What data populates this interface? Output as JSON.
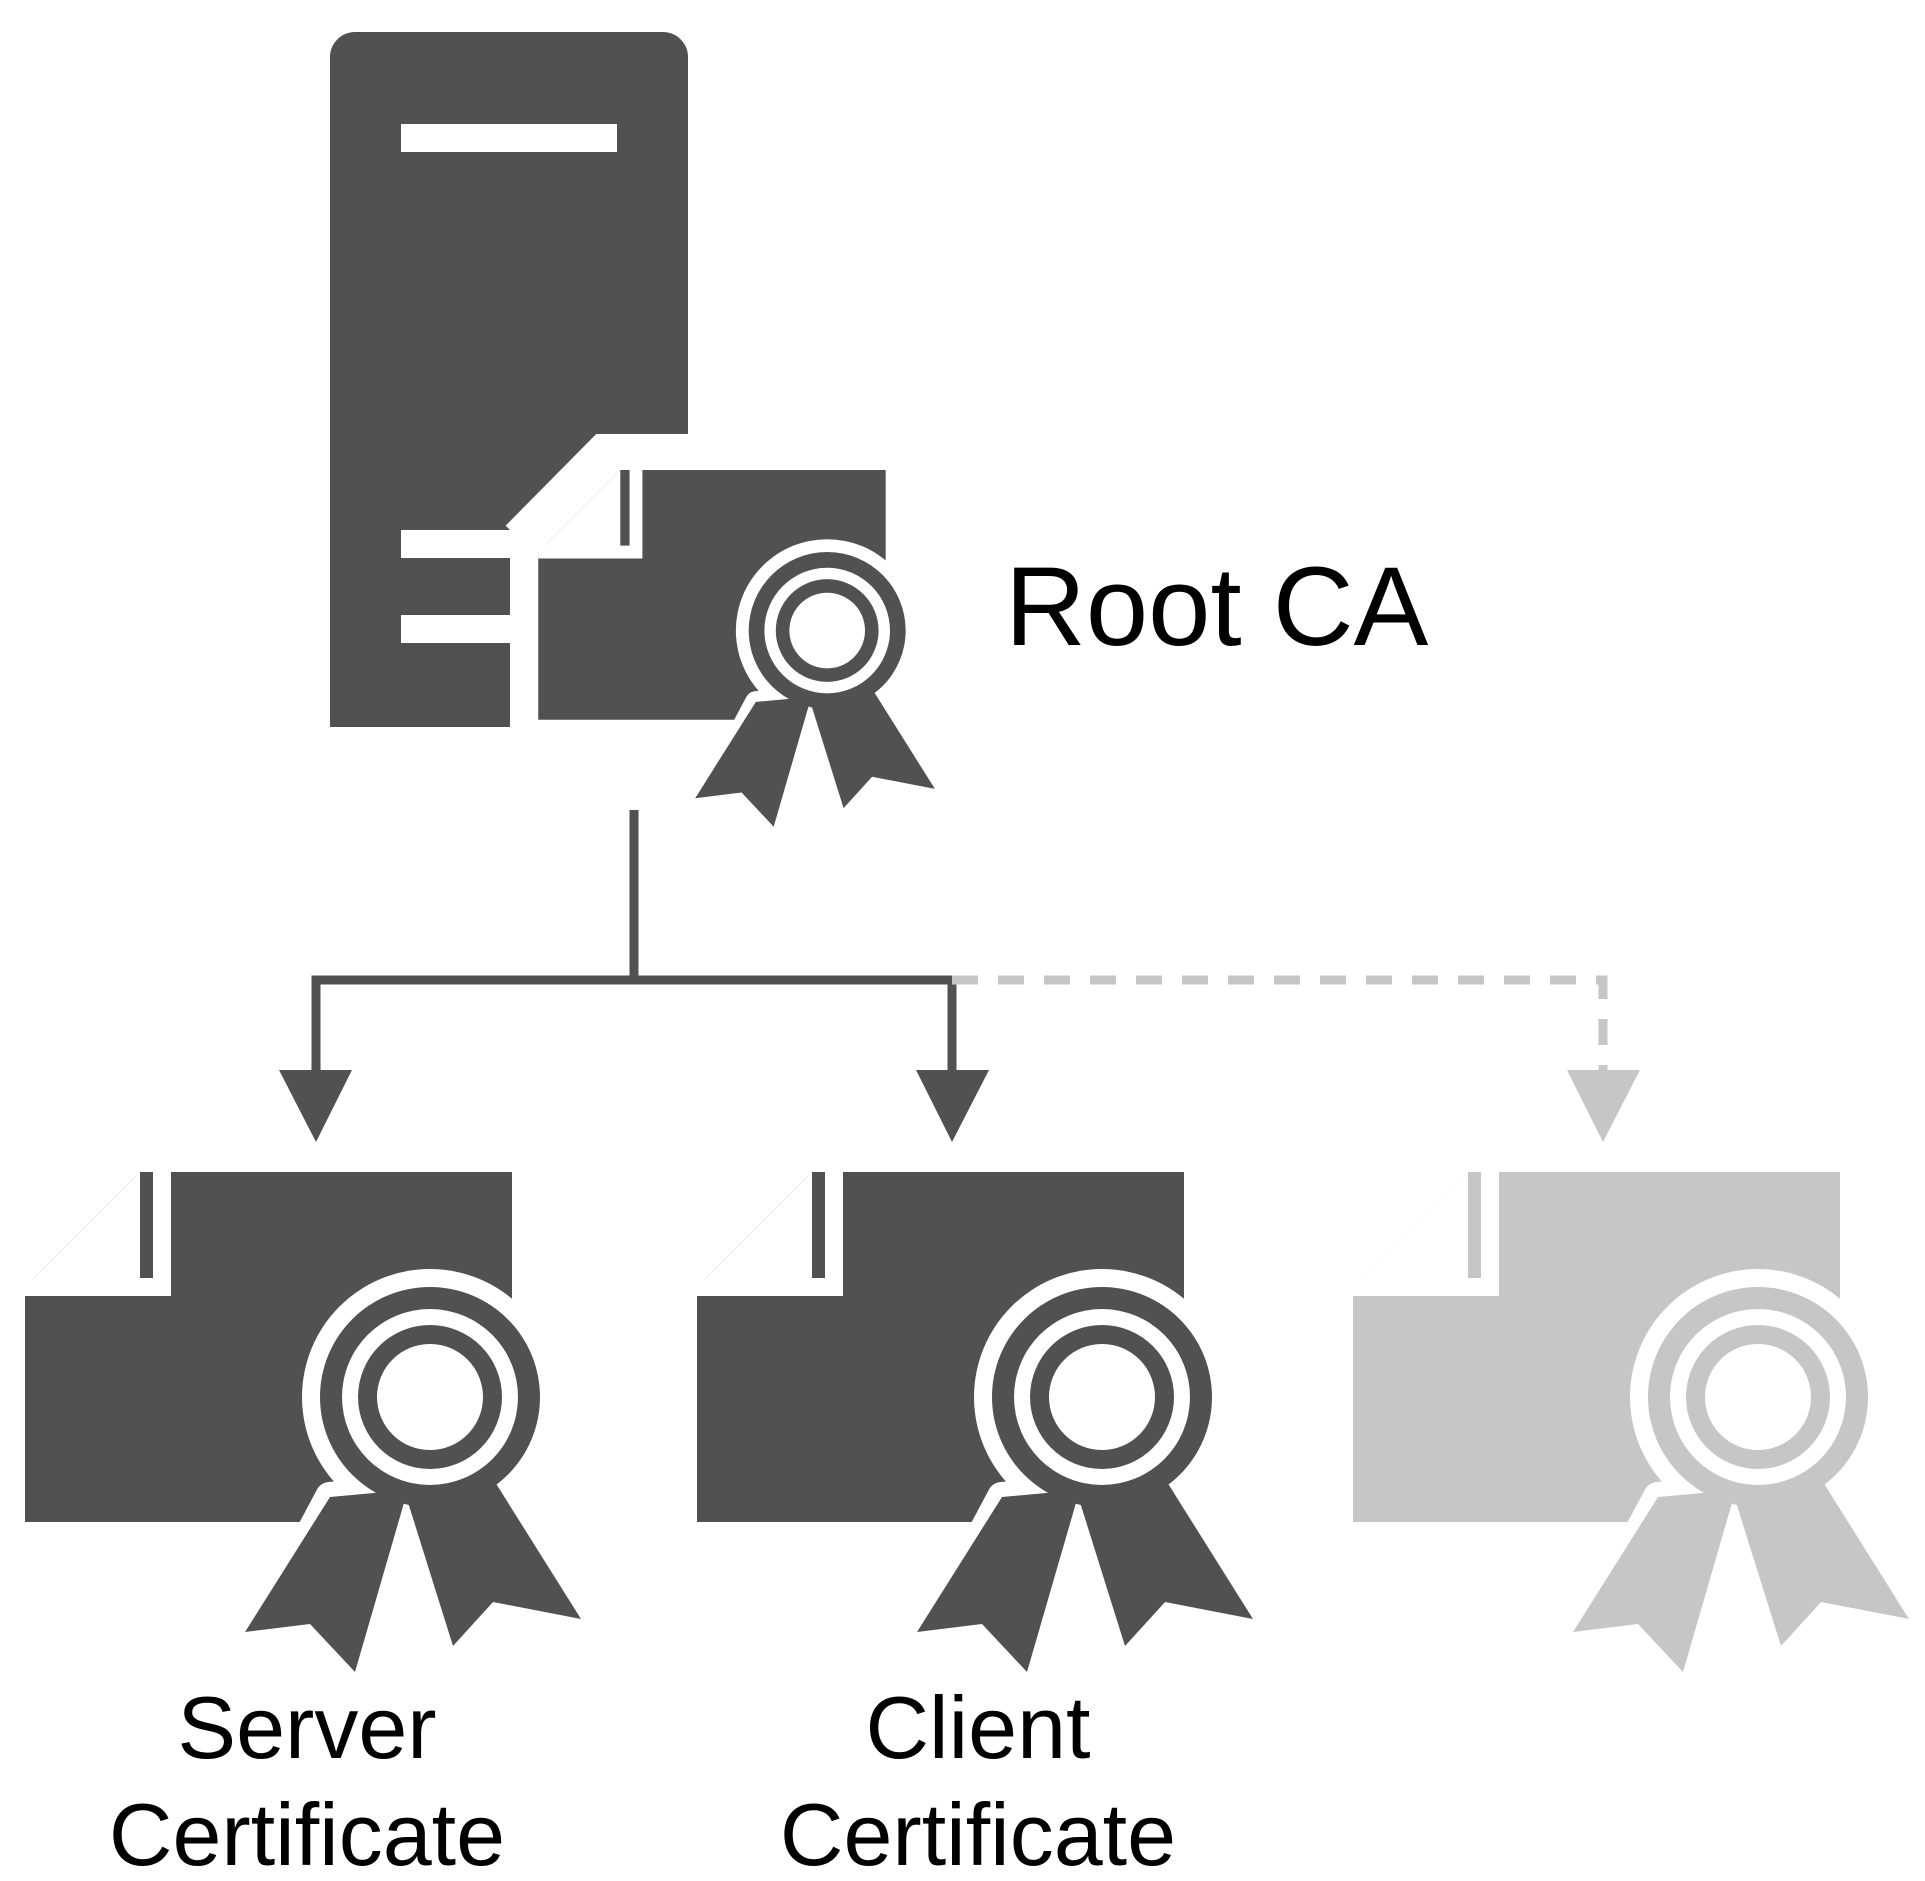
{
  "root": {
    "label": "Root CA",
    "icon": "server-certificate-icon"
  },
  "children": [
    {
      "label_lines": [
        "Server",
        "Certificate"
      ],
      "icon": "certificate-icon",
      "state": "issued"
    },
    {
      "label_lines": [
        "Client",
        "Certificate"
      ],
      "icon": "certificate-icon",
      "state": "issued"
    },
    {
      "label_lines": [],
      "icon": "certificate-icon",
      "state": "pending"
    }
  ],
  "colors": {
    "dark": "#515151",
    "faded": "#c6c6c6",
    "background": "#ffffff",
    "text": "#000000"
  }
}
